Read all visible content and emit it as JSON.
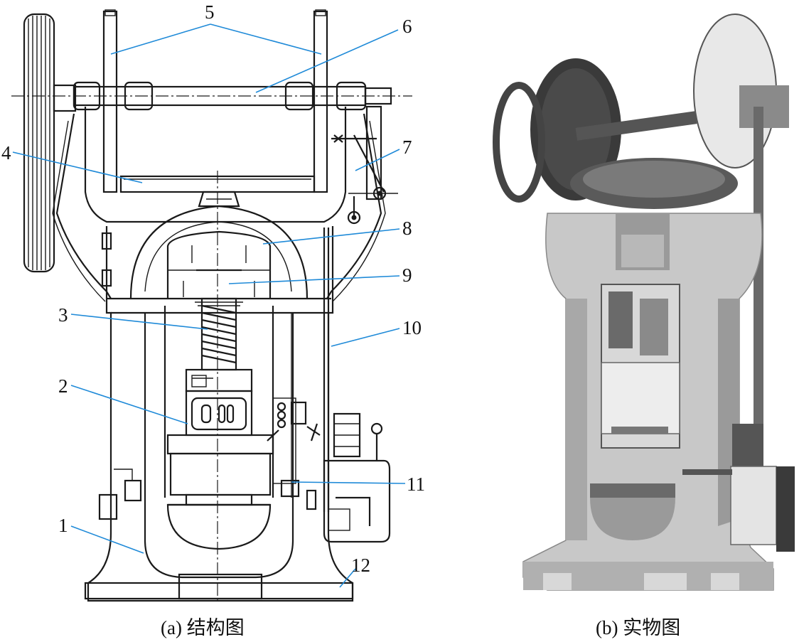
{
  "figure": {
    "panel_a": {
      "caption": "(a) 结构图",
      "callouts": [
        {
          "id": "1",
          "label": "1"
        },
        {
          "id": "2",
          "label": "2"
        },
        {
          "id": "3",
          "label": "3"
        },
        {
          "id": "4",
          "label": "4"
        },
        {
          "id": "5",
          "label": "5"
        },
        {
          "id": "6",
          "label": "6"
        },
        {
          "id": "7",
          "label": "7"
        },
        {
          "id": "8",
          "label": "8"
        },
        {
          "id": "9",
          "label": "9"
        },
        {
          "id": "10",
          "label": "10"
        },
        {
          "id": "11",
          "label": "11"
        },
        {
          "id": "12",
          "label": "12"
        }
      ]
    },
    "panel_b": {
      "caption": "(b) 实物图"
    },
    "colors": {
      "ink": "#1a1a1a",
      "leader": "#1f8ad8",
      "photo_light": "#e8e8e8",
      "photo_mid": "#b9b9b9",
      "photo_dark": "#3a3a3a"
    }
  }
}
